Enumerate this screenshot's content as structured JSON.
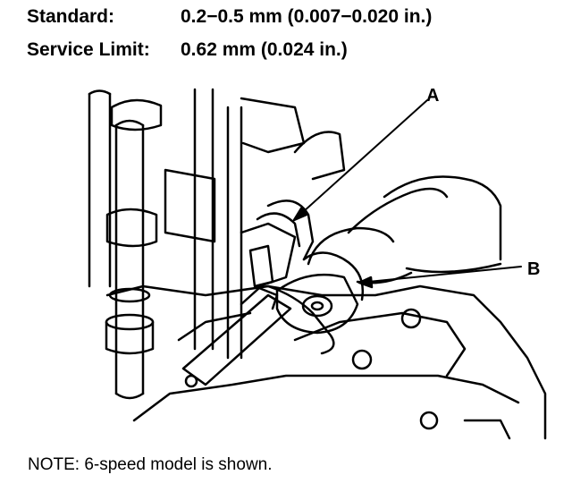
{
  "specs": [
    {
      "label": "Standard:",
      "value": "0.2−0.5 mm (0.007−0.020 in.)"
    },
    {
      "label": "Service Limit:",
      "value": "0.62 mm (0.024 in.)"
    }
  ],
  "callouts": {
    "a": "A",
    "b": "B"
  },
  "note": "NOTE: 6-speed model is shown."
}
